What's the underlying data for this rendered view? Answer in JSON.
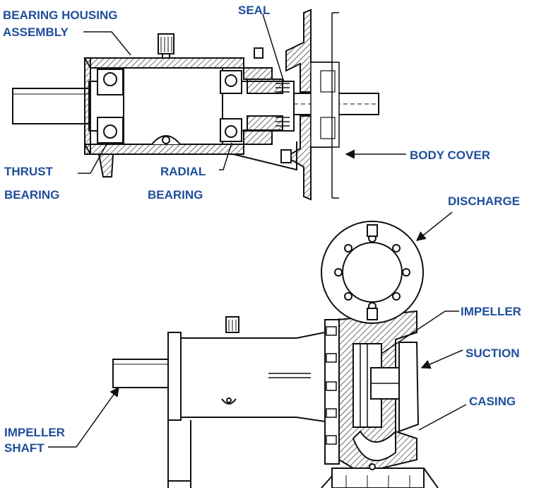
{
  "colors": {
    "label": "#1f4e9a",
    "line": "#111111"
  },
  "labels": {
    "bearing_housing_1": "BEARING HOUSING",
    "bearing_housing_2": "ASSEMBLY",
    "seal": "SEAL",
    "body_cover": "BODY COVER",
    "thrust_bearing_1": "THRUST",
    "thrust_bearing_2": "BEARING",
    "radial_bearing_1": "RADIAL",
    "radial_bearing_2": "BEARING",
    "discharge": "DISCHARGE",
    "impeller": "IMPELLER",
    "suction": "SUCTION",
    "casing": "CASING",
    "impeller_shaft_1": "IMPELLER",
    "impeller_shaft_2": "SHAFT"
  }
}
